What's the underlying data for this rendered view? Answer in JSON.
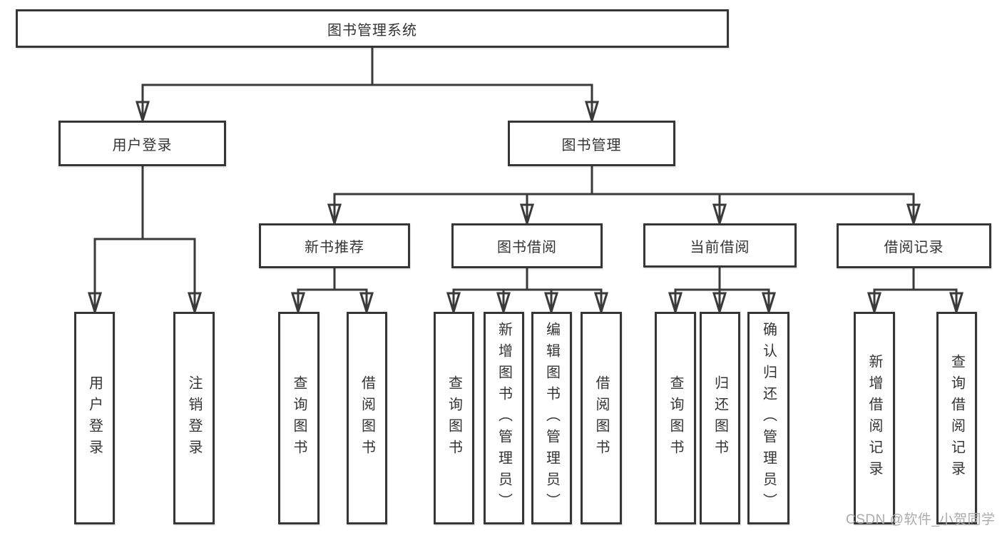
{
  "tree": {
    "label": "图书管理系统",
    "children": [
      {
        "label": "用户登录",
        "children": [
          {
            "label": "用户登录"
          },
          {
            "label": "注销登录"
          }
        ]
      },
      {
        "label": "图书管理",
        "children": [
          {
            "label": "新书推荐",
            "children": [
              {
                "label": "查询图书"
              },
              {
                "label": "借阅图书"
              }
            ]
          },
          {
            "label": "图书借阅",
            "children": [
              {
                "label": "查询图书"
              },
              {
                "label": "新增图书（管理员）"
              },
              {
                "label": "编辑图书（管理员）"
              },
              {
                "label": "借阅图书"
              }
            ]
          },
          {
            "label": "当前借阅",
            "children": [
              {
                "label": "查询图书"
              },
              {
                "label": "归还图书"
              },
              {
                "label": "确认归还（管理员）"
              }
            ]
          },
          {
            "label": "借阅记录",
            "children": [
              {
                "label": "新增借阅记录"
              },
              {
                "label": "查询借阅记录"
              }
            ]
          }
        ]
      }
    ]
  },
  "colors": {
    "line": "#3a3a3a",
    "box_border": "#363636",
    "text": "#343434",
    "watermark": "#ababab",
    "background": "#ffffff"
  },
  "watermark": {
    "text": "CSDN @软件_小贺同学"
  }
}
